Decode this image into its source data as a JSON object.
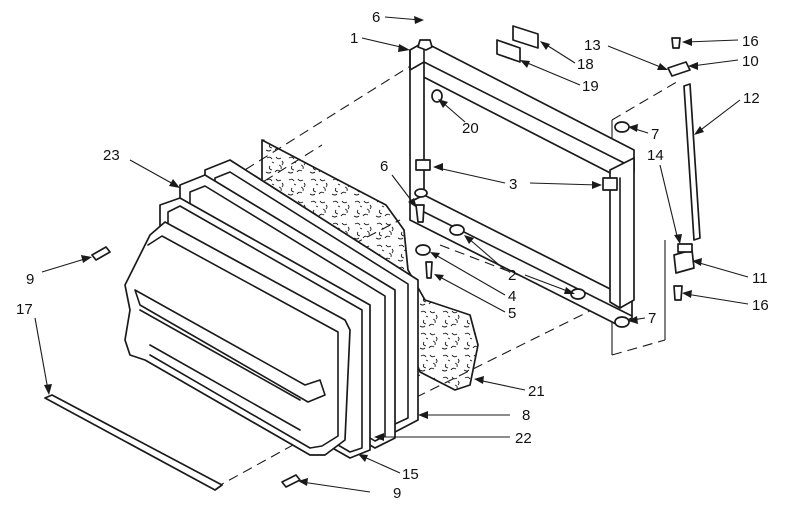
{
  "callouts": [
    {
      "id": "c1",
      "text": "1"
    },
    {
      "id": "c2",
      "text": "2"
    },
    {
      "id": "c3",
      "text": "3"
    },
    {
      "id": "c4",
      "text": "4"
    },
    {
      "id": "c5",
      "text": "5"
    },
    {
      "id": "c6a",
      "text": "6"
    },
    {
      "id": "c6b",
      "text": "6"
    },
    {
      "id": "c7a",
      "text": "7"
    },
    {
      "id": "c7b",
      "text": "7"
    },
    {
      "id": "c8",
      "text": "8"
    },
    {
      "id": "c9a",
      "text": "9"
    },
    {
      "id": "c9b",
      "text": "9"
    },
    {
      "id": "c10",
      "text": "10"
    },
    {
      "id": "c11",
      "text": "11"
    },
    {
      "id": "c12",
      "text": "12"
    },
    {
      "id": "c13",
      "text": "13"
    },
    {
      "id": "c14",
      "text": "14"
    },
    {
      "id": "c15",
      "text": "15"
    },
    {
      "id": "c16a",
      "text": "16"
    },
    {
      "id": "c16b",
      "text": "16"
    },
    {
      "id": "c17",
      "text": "17"
    },
    {
      "id": "c18",
      "text": "18"
    },
    {
      "id": "c19",
      "text": "19"
    },
    {
      "id": "c20",
      "text": "20"
    },
    {
      "id": "c21",
      "text": "21"
    },
    {
      "id": "c22",
      "text": "22"
    },
    {
      "id": "c23",
      "text": "23"
    }
  ]
}
